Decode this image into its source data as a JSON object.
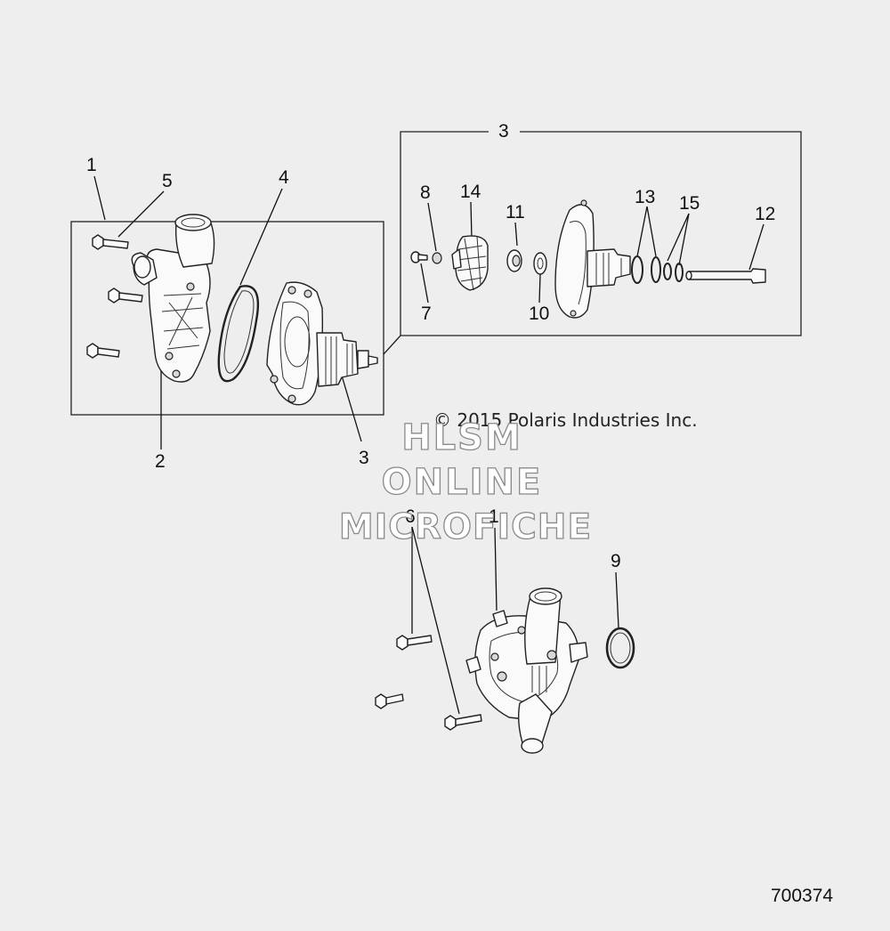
{
  "labels": {
    "l1_top": "1",
    "l5": "5",
    "l4": "4",
    "l2": "2",
    "l3_mid": "3",
    "l3_box": "3",
    "l8": "8",
    "l14": "14",
    "l11": "11",
    "l13": "13",
    "l15": "15",
    "l12": "12",
    "l7": "7",
    "l10": "10",
    "l6": "6",
    "l1_bottom": "1",
    "l9": "9"
  },
  "copyright": "© 2015 Polaris Industries Inc.",
  "watermark": {
    "line1": "HLSM",
    "line2": "ONLINE",
    "line3": "MICROFICHE"
  },
  "figure_id": "700374"
}
